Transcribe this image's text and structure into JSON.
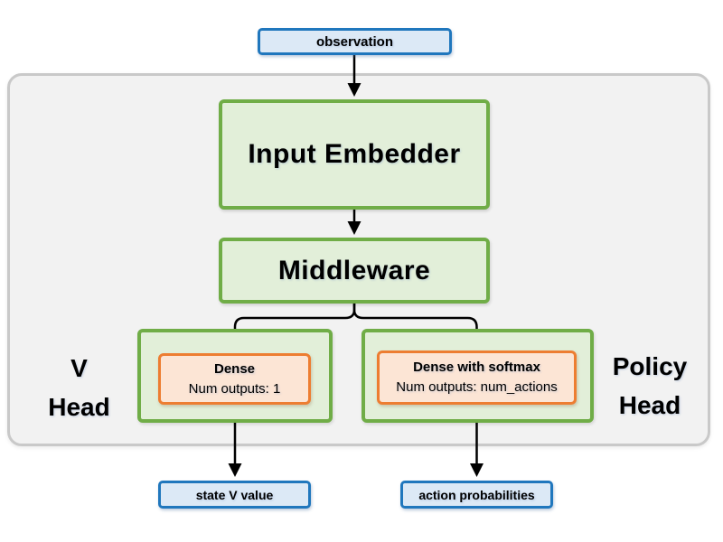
{
  "diagram": {
    "nodes": {
      "observation": {
        "label": "observation"
      },
      "input_embedder": {
        "label": "Input Embedder"
      },
      "middleware": {
        "label": "Middleware"
      },
      "v_head": {
        "group_label_line1": "V",
        "group_label_line2": "Head",
        "dense": {
          "title": "Dense",
          "subtitle": "Num outputs: 1"
        },
        "output": {
          "label": "state V value"
        }
      },
      "policy_head": {
        "group_label_line1": "Policy",
        "group_label_line2": "Head",
        "dense": {
          "title": "Dense with softmax",
          "subtitle": "Num outputs: num_actions"
        },
        "output": {
          "label": "action probabilities"
        }
      }
    },
    "colors": {
      "green_border": "#70ad47",
      "green_fill": "#e2efd9",
      "orange_border": "#ed7d31",
      "orange_fill": "#fce5d5",
      "blue_border": "#2077bd",
      "blue_fill": "#dce9f6",
      "container_fill": "#f2f2f2",
      "container_border": "#c9c9c9",
      "arrow": "#000000"
    }
  }
}
